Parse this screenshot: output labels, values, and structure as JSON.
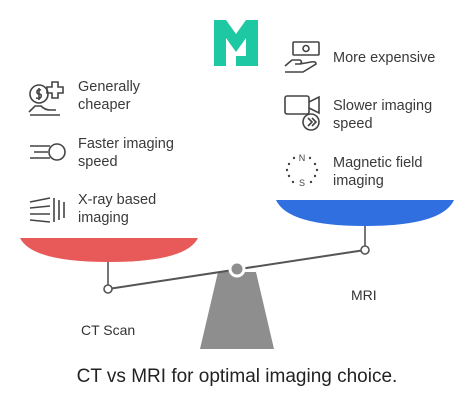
{
  "logo": {
    "name": "logo-mark",
    "color": "#1dc8a3"
  },
  "left": {
    "label": "CT Scan",
    "pan_color": "#e85a5a",
    "features": [
      {
        "icon": "dollar-pile-icon",
        "text_lines": [
          "Generally",
          "cheaper"
        ]
      },
      {
        "icon": "speed-lines-icon",
        "text_lines": [
          "Faster imaging",
          "speed"
        ]
      },
      {
        "icon": "xray-beam-icon",
        "text_lines": [
          "X-ray based",
          "imaging"
        ]
      }
    ]
  },
  "right": {
    "label": "MRI",
    "pan_color": "#2f6fe0",
    "features": [
      {
        "icon": "cash-in-hand-icon",
        "text_lines": [
          "More expensive"
        ]
      },
      {
        "icon": "video-camera-icon",
        "text_lines": [
          "Slower imaging",
          "speed"
        ]
      },
      {
        "icon": "compass-icon",
        "text_lines": [
          "Magnetic field",
          "imaging"
        ]
      }
    ]
  },
  "caption": "CT vs MRI for optimal imaging choice.",
  "colors": {
    "fulcrum": "#8e8e8e",
    "beam": "#555555"
  }
}
